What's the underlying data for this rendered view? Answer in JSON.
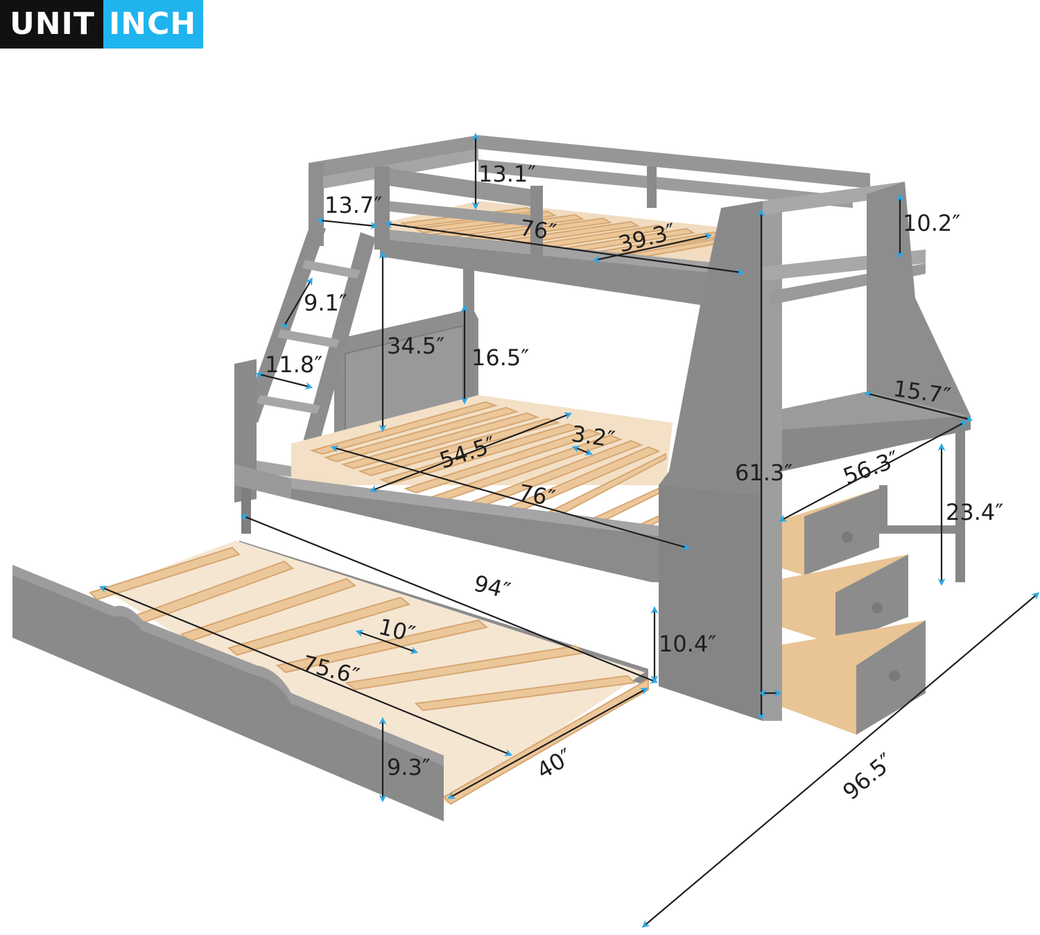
{
  "badge": {
    "unit_label": "UNIT",
    "unit_value": "INCH"
  },
  "colors": {
    "frame": "#8c8c8c",
    "frame_dark": "#7a7a7a",
    "frame_light": "#a3a3a3",
    "slat": "#ecc79a",
    "slat_edge": "#d6a772",
    "drawer_inside": "#e9c495",
    "arrow_tip": "#2aa9e6"
  },
  "dimensions": {
    "top_guardrail_height": "13.1″",
    "top_rail_gap": "13.7″",
    "top_length": "76″",
    "top_width": "39.3″",
    "shelf_height": "10.2″",
    "ladder_step_spacing": "9.1″",
    "clearance_height": "34.5″",
    "lower_guardrail_height": "16.5″",
    "ladder_width": "11.8″",
    "desk_depth": "15.7″",
    "lower_width": "54.5″",
    "slat_gap": "3.2″",
    "desk_width": "56.3″",
    "total_height": "61.3″",
    "lower_length": "76″",
    "desk_height": "23.4″",
    "total_length": "94″",
    "trundle_slat_spacing": "10″",
    "lower_frame_height": "10.4″",
    "trundle_length": "75.6″",
    "trundle_width": "40″",
    "trundle_height": "9.3″",
    "total_depth": "96.5″"
  }
}
